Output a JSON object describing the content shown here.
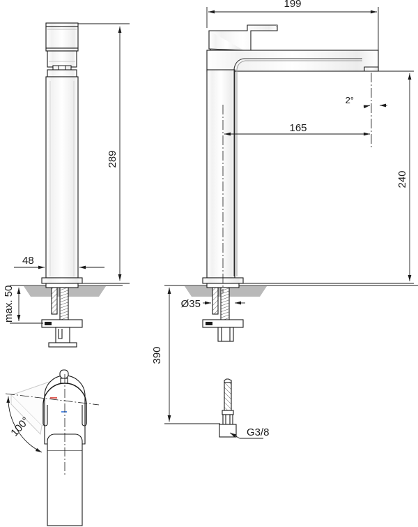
{
  "drawing": {
    "title": "Tall vessel basin mixer — dimensional drawing",
    "units": "mm",
    "line_color": "#1a1a1a",
    "hatch_color": "#9b9b9b",
    "fill_color": "#ffffff",
    "accent_hot": "#d9342b",
    "accent_cold": "#2b6fd9"
  },
  "views": {
    "side": {
      "name": "side-elevation-view"
    },
    "front": {
      "name": "front-elevation-view"
    },
    "top": {
      "name": "top-plan-swivel-view"
    },
    "hose": {
      "name": "supply-hose-detail-view"
    }
  },
  "dimensions": {
    "height_total": "289",
    "body_width": "48",
    "max_thickness": "max. 50",
    "spout_reach_overall": "199",
    "spout_reach": "165",
    "spout_height": "240",
    "aerator_angle": "2°",
    "hole_diameter": "Ø35",
    "hose_length": "390",
    "thread_size": "G3/8",
    "swivel_angle": "100°"
  },
  "labels": {
    "d289": "289",
    "d48": "48",
    "dmax50": "max. 50",
    "d199": "199",
    "d165": "165",
    "d240": "240",
    "d2deg": "2°",
    "d35": "Ø35",
    "d390": "390",
    "g38": "G3/8",
    "d100deg": "100°"
  }
}
